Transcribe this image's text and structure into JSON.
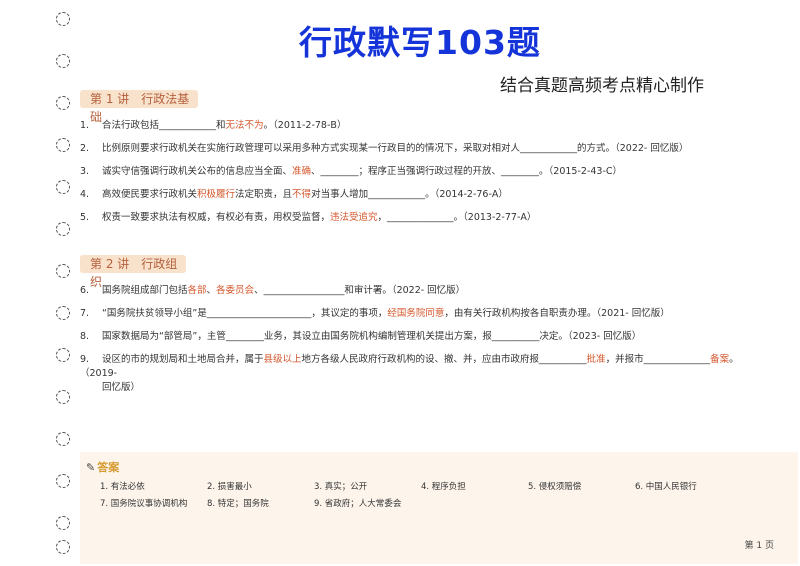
{
  "title": "行政默写103题",
  "subtitle": "结合真题高频考点精心制作",
  "sections": [
    {
      "label": "第 1 讲　行政法基础"
    },
    {
      "label": "第 2 讲　行政组织"
    }
  ],
  "questions": {
    "q1": {
      "num": "1.",
      "a": "合法行政包括",
      "b": "____________和",
      "c": "无法不为",
      "d": "。（2011-2-78-B）"
    },
    "q2": {
      "num": "2.",
      "a": "比例原则要求行政机关在实施行政管理可以采用多种方式实现某一行政目的的情况下，采取对相对人____________的方式。（2022- 回忆版）"
    },
    "q3": {
      "num": "3.",
      "a": "诚实守信强调行政机关公布的信息应当全面、",
      "b": "准确",
      "c": "、________；程序正当强调行政过程的开放、________。（2015-2-43-C）"
    },
    "q4": {
      "num": "4.",
      "a": "高效便民要求行政机关",
      "b": "积极履行",
      "c": "法定职责，且",
      "d": "不得",
      "e": "对当事人增加____________。（2014-2-76-A）"
    },
    "q5": {
      "num": "5.",
      "a": "权责一致要求执法有权威，有权必有责，用权受监督，",
      "b": "违法受追究",
      "c": "，______________。（2013-2-77-A）"
    },
    "q6": {
      "num": "6.",
      "a": "国务院组成部门包括",
      "b": "各部",
      "c": "、",
      "d": "各委员会",
      "e": "、_________________和审计署。（2022- 回忆版）"
    },
    "q7": {
      "num": "7.",
      "a": "“国务院扶贫领导小组”是______________________，其议定的事项，",
      "b": "经国务院同意",
      "c": "，由有关行政机构按各自职责办理。（2021- 回忆版）"
    },
    "q8": {
      "num": "8.",
      "a": "国家数据局为“部管局”，主管________业务，其设立由国务院机构编制管理机关提出方案，报__________决定。（2023- 回忆版）"
    },
    "q9": {
      "num": "9.",
      "a": "设区的市的规划局和土地局合并，属于",
      "b": "县级以上",
      "c": "地方各级人民政府行政机构的设、撤、并，应由市政府报__________",
      "d": "批准",
      "e": "，并报市______________",
      "f": "备案",
      "g": "。（2019-",
      "h": "回忆版）"
    }
  },
  "answers_header": "答案",
  "answers": [
    "1. 有法必依",
    "2. 损害最小",
    "3. 真实；公开",
    "4. 程序负担",
    "5. 侵权须赔偿",
    "6. 中国人民银行",
    "7. 国务院议事协调机构",
    "8. 特定；国务院",
    "9. 省政府；人大常委会"
  ],
  "page_number": "第 1 页",
  "colors": {
    "title": "#1434d9",
    "accent": "#d4572c",
    "tag_bg": "#f8e2cc",
    "answer_bg": "#fdf5ec"
  }
}
